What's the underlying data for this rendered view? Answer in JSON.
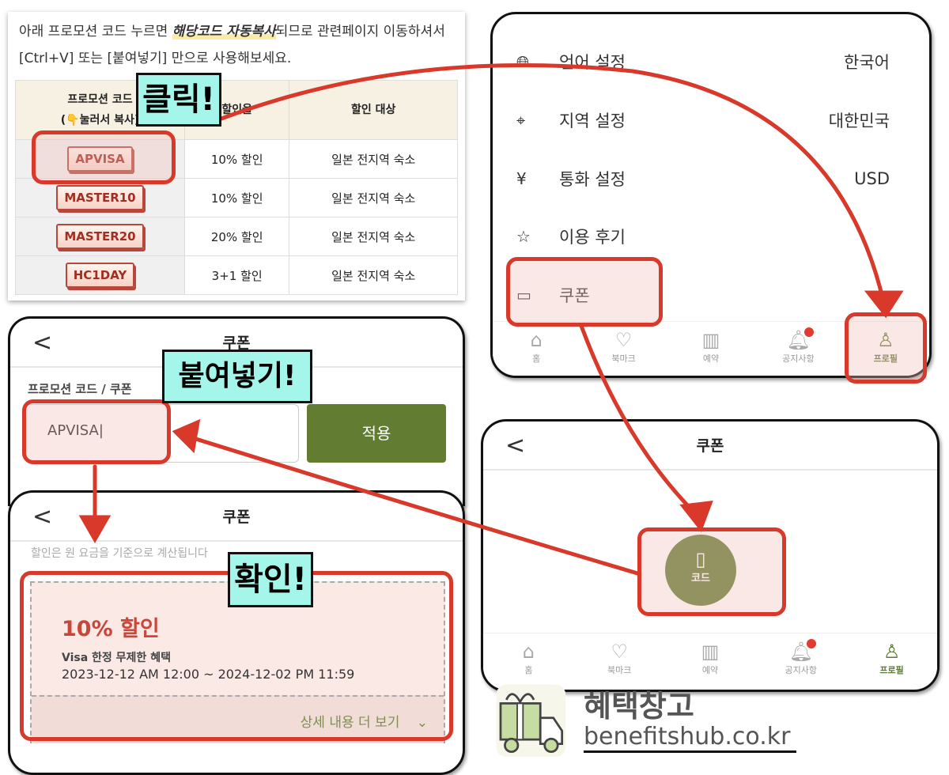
{
  "blog": {
    "intro_before": "아래 프로모션 코드 누르면 ",
    "intro_highlight": "해당코드 자동복사",
    "intro_after": "되므로 관련페이지 이동하셔서 [Ctrl+V] 또는 [붙여넣기] 만으로 사용해보세요.",
    "headers": [
      "프로모션 코드",
      "(👇눌러서 복사)",
      "할인율",
      "할인 대상"
    ],
    "rows": [
      {
        "code": "APVISA",
        "rate": "10% 할인",
        "target": "일본 전지역 숙소"
      },
      {
        "code": "MASTER10",
        "rate": "10% 할인",
        "target": "일본 전지역 숙소"
      },
      {
        "code": "MASTER20",
        "rate": "20% 할인",
        "target": "일본 전지역 숙소"
      },
      {
        "code": "HC1DAY",
        "rate": "3+1 할인",
        "target": "일본 전지역 숙소"
      }
    ]
  },
  "settings": {
    "items": [
      {
        "icon": "globe-icon",
        "label": "언어 설정",
        "value": "한국어"
      },
      {
        "icon": "map-pin-icon",
        "label": "지역 설정",
        "value": "대한민국"
      },
      {
        "icon": "currency-icon",
        "label": "통화 설정",
        "value": "USD"
      },
      {
        "icon": "review-icon",
        "label": "이용 후기",
        "value": ""
      },
      {
        "icon": "ticket-icon",
        "label": "쿠폰",
        "value": ""
      }
    ]
  },
  "nav": [
    "홈",
    "북마크",
    "예약",
    "공지사항",
    "프로필"
  ],
  "coupon_input": {
    "title": "쿠폰",
    "label": "프로모션 코드 / 쿠폰",
    "value": "APVISA",
    "apply": "적용"
  },
  "coupon_result": {
    "title": "쿠폰",
    "note": "할인은 원 요금을 기준으로 계산됩니다",
    "discount": "10% 할인",
    "name": "Visa 한정 무제한 혜택",
    "period": "2023-12-12 AM 12:00 ~ 2024-12-02 PM 11:59",
    "more": "상세 내용 더 보기"
  },
  "coupon_code": {
    "title": "쿠폰",
    "button": "코드"
  },
  "tags": {
    "click": "클릭!",
    "paste": "붙여넣기!",
    "confirm": "확인!"
  },
  "logo": {
    "name": "혜택창고",
    "url": "benefitshub.co.kr"
  },
  "colors": {
    "accent_green": "#627d32",
    "annotation_red": "#d8392a",
    "tag_cyan": "#a3f6e9",
    "coupon_red": "#c8473a"
  }
}
